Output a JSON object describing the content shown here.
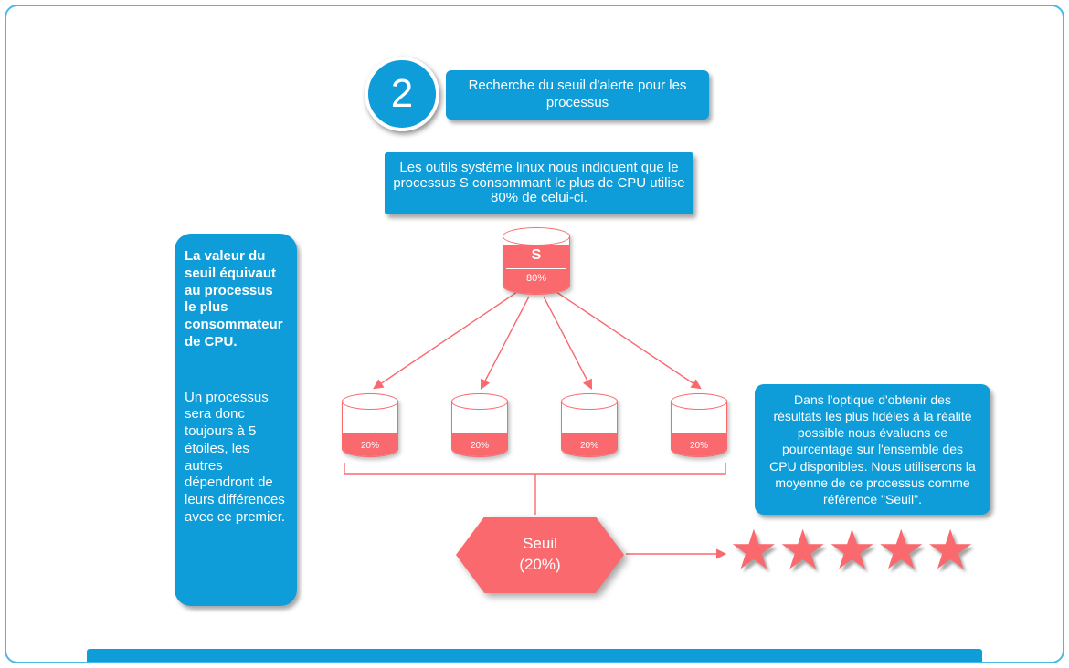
{
  "page": {
    "colors": {
      "accent_blue": "#0e9dd9",
      "accent_salmon": "#f9696e",
      "frame_border": "#49b8e9"
    }
  },
  "step": {
    "number": "2",
    "title": "Recherche du seuil d'alerte pour les processus"
  },
  "intro_note": "Les outils système linux nous indiquent que le processus S consommant le plus de CPU utilise 80% de celui-ci.",
  "left_note": {
    "bold": "La valeur du seuil équivaut au processus le plus consommateur de CPU.",
    "body": "Un processus sera donc toujours à 5 étoiles, les autres dépendront de leurs différences avec ce premier."
  },
  "right_note": "Dans l'optique d'obtenir des résultats les plus fidèles à la réalité possible nous évaluons ce pourcentage sur l'ensemble des CPU disponibles. Nous utiliserons la moyenne de ce processus comme référence \"Seuil\".",
  "main_process": {
    "label": "S",
    "percent": "80%"
  },
  "child_processes": [
    {
      "percent": "20%"
    },
    {
      "percent": "20%"
    },
    {
      "percent": "20%"
    },
    {
      "percent": "20%"
    }
  ],
  "threshold": {
    "line1": "Seuil",
    "line2": "(20%)"
  },
  "stars": {
    "count": 5,
    "glyph": "★"
  }
}
